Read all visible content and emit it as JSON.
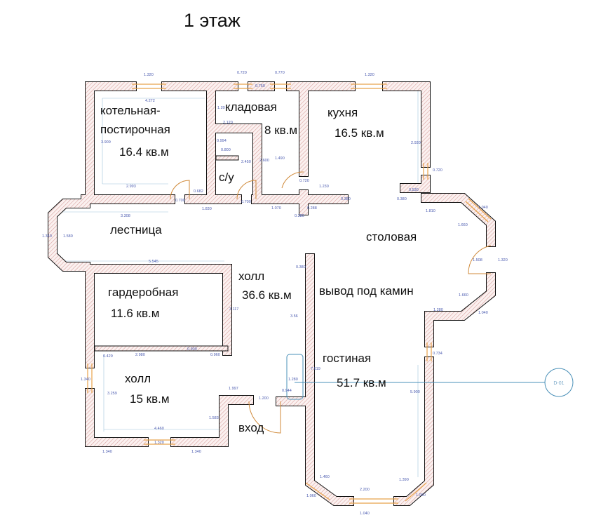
{
  "title": "1 этаж",
  "rooms": {
    "boiler_1": "котельная-",
    "boiler_2": "постирочная",
    "boiler_area": "16.4 кв.м",
    "pantry": "кладовая",
    "pantry_area": "8 кв.м",
    "wc": "с/у",
    "kitchen": "кухня",
    "kitchen_area": "16.5 кв.м",
    "stairs": "лестница",
    "dining": "столовая",
    "hall": "холл",
    "hall_area": "36.6 кв.м",
    "fireplace": "вывод под камин",
    "wardrobe": "гардеробная",
    "wardrobe_area": "11.6 кв.м",
    "hall2": "холл",
    "hall2_area": "15 кв.м",
    "entrance": "вход",
    "living": "гостиная",
    "living_area": "51.7 кв.м"
  },
  "marker": "D-01",
  "dims": [
    "1.320",
    "0.720",
    "0.770",
    "1.320",
    "0.750",
    "4.272",
    "1.20",
    "2.120",
    "3.909",
    "0.994",
    "0.800",
    "2.450",
    "2.600",
    "1.490",
    "2.993",
    "0.682",
    "0.700",
    "0.700",
    "0.720",
    "1.230",
    "0.380",
    "1.830",
    "1.070",
    "0.288",
    "0.380",
    "3.308",
    "2.930",
    "0.720",
    "0.530",
    "0.380",
    "1.810",
    "1.040",
    "1.660",
    "1.340",
    "1.580",
    "1.508",
    "1.320",
    "5.545",
    "0.380",
    "3.117",
    "3.56",
    "1.280",
    "1.660",
    "1.040",
    "2.980",
    "0.900",
    "0.960",
    "0.429",
    "0.734",
    "7.619",
    "1.340",
    "3.259",
    "1.997",
    "1.280",
    "0.944",
    "1.200",
    "5.900",
    "1.583",
    "4.460",
    "1.340",
    "1.320",
    "1.340",
    "1.460",
    "2.200",
    "1.390",
    "1.060",
    "1.060",
    "1.040"
  ],
  "colors": {
    "wall": "#111111",
    "hatch": "#d9a3a0",
    "window": "#e8a24a",
    "dimension": "#4b5bb0",
    "axis": "#4a90b8"
  }
}
